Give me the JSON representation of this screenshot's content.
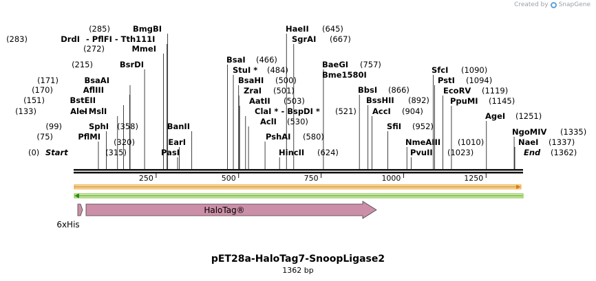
{
  "brand": {
    "created_by": "Created by",
    "name": "SnapGene"
  },
  "map": {
    "name": "pET28a-HaloTag7-SnoopLigase2",
    "length_label": "1362 bp",
    "total_bp": 1362
  },
  "ruler_ticks": [
    250,
    500,
    750,
    1000,
    1250
  ],
  "sites": [
    {
      "name": "Start",
      "pos_label": "(0)",
      "pos": 0,
      "style": "italic",
      "side": "left"
    },
    {
      "name": "PflMI",
      "pos_label": "(75)",
      "pos": 75,
      "side": "left"
    },
    {
      "name": "SphI",
      "pos_label": "(99)",
      "pos": 99,
      "side": "left"
    },
    {
      "name": "AleI",
      "pos_label": "(133)",
      "pos": 133,
      "side": "left",
      "pair": "MslI"
    },
    {
      "name": "MslI",
      "pos": 133,
      "side": "pair"
    },
    {
      "name": "BstEII",
      "pos_label": "(151)",
      "pos": 151,
      "side": "left"
    },
    {
      "name": "AflIII",
      "pos_label": "(170)",
      "pos": 170,
      "side": "left"
    },
    {
      "name": "BsaAI",
      "pos_label": "(171)",
      "pos": 171,
      "side": "left"
    },
    {
      "name": "BsrDI",
      "pos_label": "(215)",
      "pos": 215,
      "side": "left"
    },
    {
      "name": "MmeI",
      "pos_label": "(272)",
      "pos": 272,
      "side": "left"
    },
    {
      "name": "DrdI",
      "pos_label": "(283)",
      "pos": 283,
      "side": "left",
      "pair": "PflFI - Tth111I"
    },
    {
      "name": "BmgBI",
      "pos_label": "(285)",
      "pos": 285,
      "side": "left"
    },
    {
      "name": "PasI",
      "pos_label": "(315)",
      "pos": 315,
      "side": "left"
    },
    {
      "name": "EarI",
      "pos_label": "(320)",
      "pos": 320,
      "side": "left"
    },
    {
      "name": "BanII",
      "pos_label": "(358)",
      "pos": 358,
      "side": "left"
    },
    {
      "name": "BsaI",
      "pos_label": "(466)",
      "pos": 466,
      "side": "right"
    },
    {
      "name": "StuI *",
      "pos_label": "(484)",
      "pos": 484,
      "side": "right"
    },
    {
      "name": "BsaHI",
      "pos_label": "(500)",
      "pos": 500,
      "side": "right"
    },
    {
      "name": "ZraI",
      "pos_label": "(501)",
      "pos": 501,
      "side": "right"
    },
    {
      "name": "AatII",
      "pos_label": "(503)",
      "pos": 503,
      "side": "right"
    },
    {
      "name": "ClaI * - BspDI *",
      "pos_label": "(521)",
      "pos": 521,
      "side": "right"
    },
    {
      "name": "AclI",
      "pos_label": "(530)",
      "pos": 530,
      "side": "right"
    },
    {
      "name": "PshAI",
      "pos_label": "(580)",
      "pos": 580,
      "side": "right"
    },
    {
      "name": "HincII",
      "pos_label": "(624)",
      "pos": 624,
      "side": "right"
    },
    {
      "name": "HaeII",
      "pos_label": "(645)",
      "pos": 645,
      "side": "right"
    },
    {
      "name": "SgrAI",
      "pos_label": "(667)",
      "pos": 667,
      "side": "right"
    },
    {
      "name": "BaeGI",
      "pos_label": "(757)",
      "pos": 757,
      "side": "right"
    },
    {
      "name": "Bme1580I",
      "pos": 757,
      "side": "right"
    },
    {
      "name": "BbsI",
      "pos_label": "(866)",
      "pos": 866,
      "side": "right"
    },
    {
      "name": "BssHII",
      "pos_label": "(892)",
      "pos": 892,
      "side": "right"
    },
    {
      "name": "AccI",
      "pos_label": "(904)",
      "pos": 904,
      "side": "right"
    },
    {
      "name": "SfiI",
      "pos_label": "(952)",
      "pos": 952,
      "side": "right"
    },
    {
      "name": "NmeAIII",
      "pos_label": "(1010)",
      "pos": 1010,
      "side": "right"
    },
    {
      "name": "PvuII",
      "pos_label": "(1023)",
      "pos": 1023,
      "side": "right"
    },
    {
      "name": "SfcI",
      "pos_label": "(1090)",
      "pos": 1090,
      "side": "right"
    },
    {
      "name": "PstI",
      "pos_label": "(1094)",
      "pos": 1094,
      "side": "right"
    },
    {
      "name": "EcoRV",
      "pos_label": "(1119)",
      "pos": 1119,
      "side": "right"
    },
    {
      "name": "PpuMI",
      "pos_label": "(1145)",
      "pos": 1145,
      "side": "right"
    },
    {
      "name": "AgeI",
      "pos_label": "(1251)",
      "pos": 1251,
      "side": "right"
    },
    {
      "name": "NgoMIV",
      "pos_label": "(1335)",
      "pos": 1335,
      "side": "right"
    },
    {
      "name": "NaeI",
      "pos_label": "(1337)",
      "pos": 1337,
      "side": "right"
    },
    {
      "name": "End",
      "pos_label": "(1362)",
      "pos": 1362,
      "style": "italic",
      "side": "right"
    }
  ],
  "features": [
    {
      "name": "HaloTag®",
      "type": "cds",
      "color": "#cc8fa8"
    },
    {
      "name": "6xHis",
      "type": "tag",
      "color": "#cc8fa8"
    }
  ],
  "strand_bars": [
    {
      "name": "top-strand-bar",
      "color": "#f2a23a",
      "fill": "#f7e3a0"
    },
    {
      "name": "bottom-strand-bar",
      "color": "#7bbf3a",
      "fill": "#d8f0b0"
    }
  ]
}
